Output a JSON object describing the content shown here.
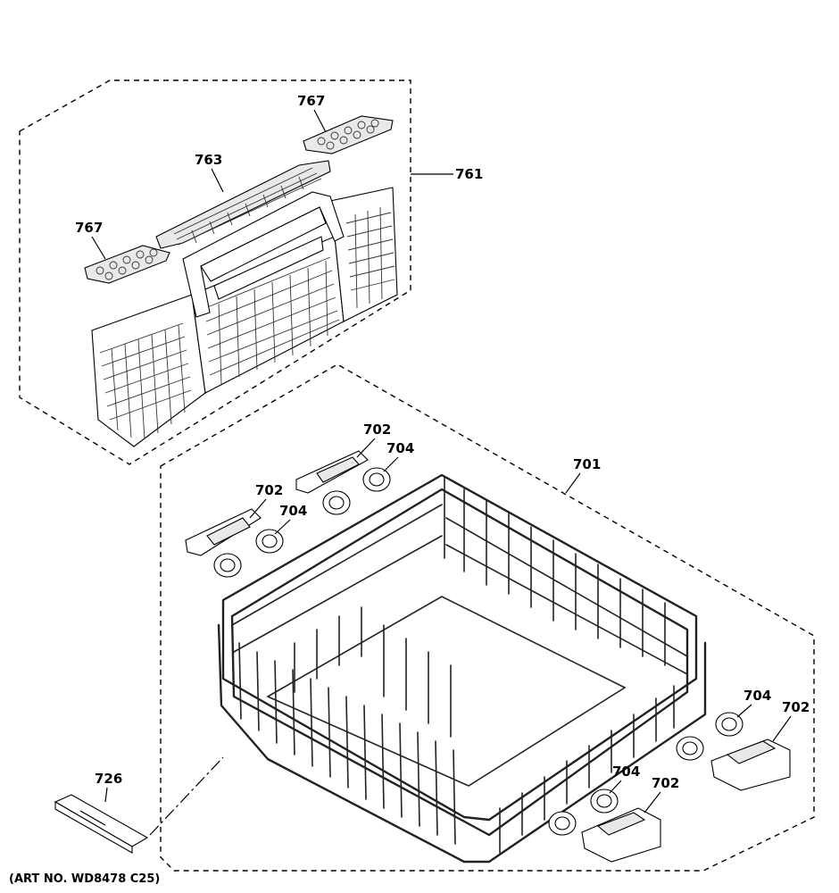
{
  "callouts": {
    "c761": "761",
    "c763": "763",
    "c767a": "767",
    "c767b": "767",
    "c701": "701",
    "c702a": "702",
    "c702b": "702",
    "c702c": "702",
    "c702d": "702",
    "c704a": "704",
    "c704b": "704",
    "c704c": "704",
    "c704d": "704",
    "c726": "726"
  },
  "art_number": "(ART NO. WD8478 C25)"
}
